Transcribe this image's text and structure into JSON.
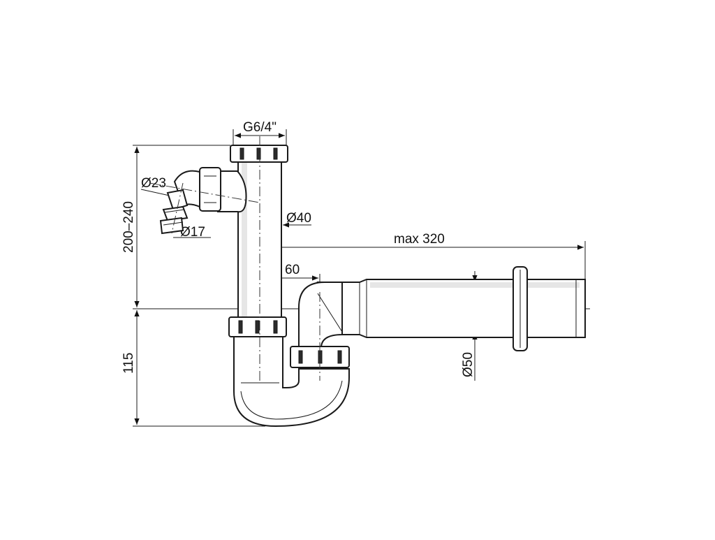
{
  "diagram": {
    "labels": {
      "thread": "G6/4\"",
      "d23": "Ø23",
      "d17": "Ø17",
      "d40": "Ø40",
      "max320": "max 320",
      "offset60": "60",
      "d50": "Ø50",
      "height_upper": "200–240",
      "height_lower": "115"
    }
  }
}
